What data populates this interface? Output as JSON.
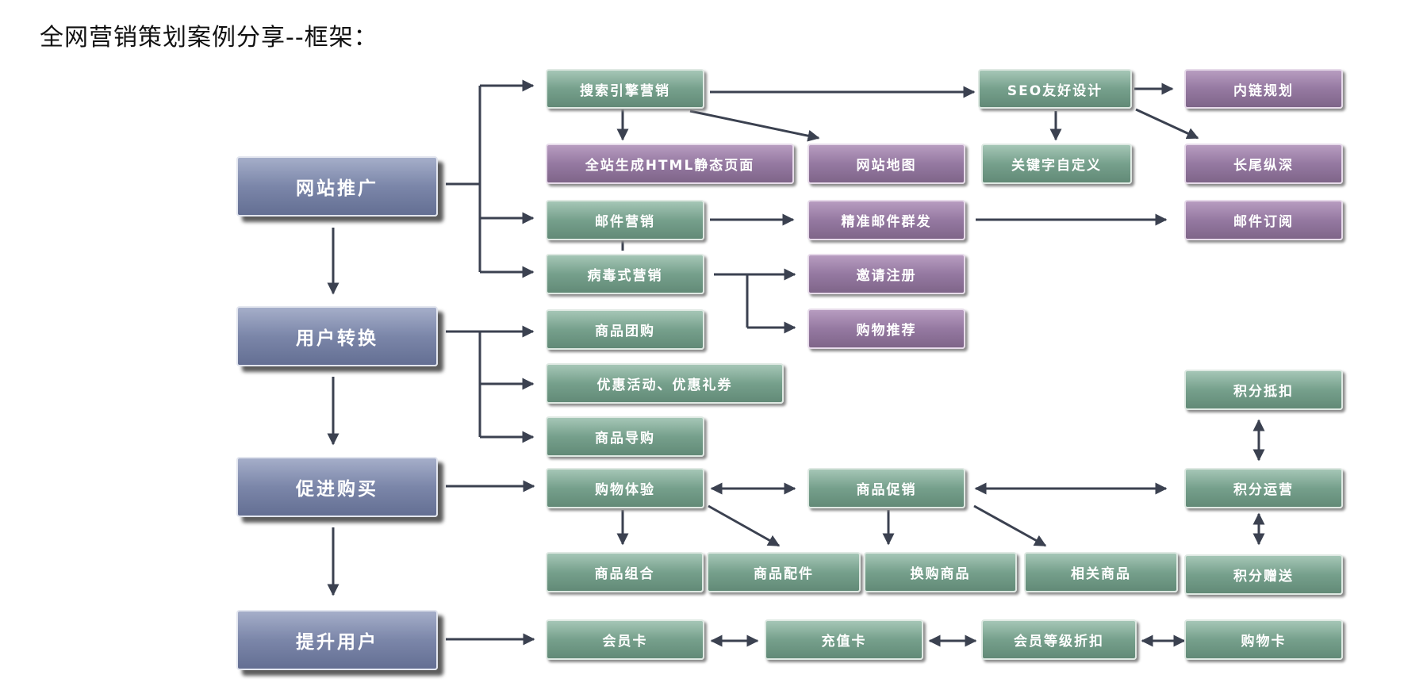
{
  "title": "全网营销策划案例分享--框架：",
  "colors": {
    "stage": "#7b86a9",
    "action": "#76a08c",
    "detail": "#9579a1",
    "line": "#3b4150"
  },
  "stages": {
    "promotion": "网站推广",
    "conversion": "用户转换",
    "purchase": "促进购买",
    "upgrade": "提升用户"
  },
  "promotion": {
    "search_marketing": "搜索引擎营销",
    "static_pages": "全站生成HTML静态页面",
    "sitemap": "网站地图",
    "seo_design": "SEO友好设计",
    "keyword_custom": "关键字自定义",
    "internal_links": "内链规划",
    "long_tail": "长尾纵深",
    "email_marketing": "邮件营销",
    "precise_email": "精准邮件群发",
    "email_subscription": "邮件订阅",
    "viral_marketing": "病毒式营销",
    "invite_register": "邀请注册",
    "shopping_recommend": "购物推荐"
  },
  "conversion": {
    "group_buy": "商品团购",
    "discounts": "优惠活动、优惠礼券",
    "shopping_guide": "商品导购"
  },
  "purchase": {
    "shopping_experience": "购物体验",
    "product_promotion": "商品促销",
    "points_operation": "积分运营",
    "points_deduction": "积分抵扣",
    "points_gift": "积分赠送",
    "product_bundle": "商品组合",
    "product_accessories": "商品配件",
    "trade_in": "换购商品",
    "related_products": "相关商品"
  },
  "upgrade": {
    "member_card": "会员卡",
    "recharge_card": "充值卡",
    "member_level_discount": "会员等级折扣",
    "shopping_card": "购物卡"
  }
}
